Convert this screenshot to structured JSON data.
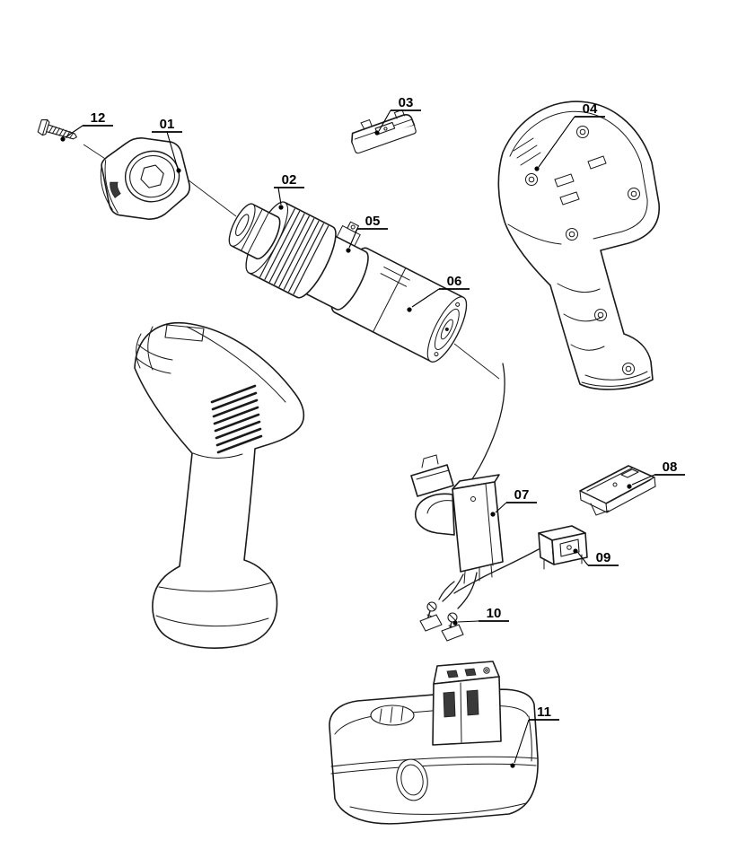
{
  "colors": {
    "line": "#1a1a1a",
    "background": "#ffffff",
    "label": "#000000"
  },
  "labels": {
    "p01": "01",
    "p02": "02",
    "p03": "03",
    "p04": "04",
    "p05": "05",
    "p06": "06",
    "p07": "07",
    "p08": "08",
    "p09": "09",
    "p10": "10",
    "p11": "11",
    "p12": "12"
  }
}
